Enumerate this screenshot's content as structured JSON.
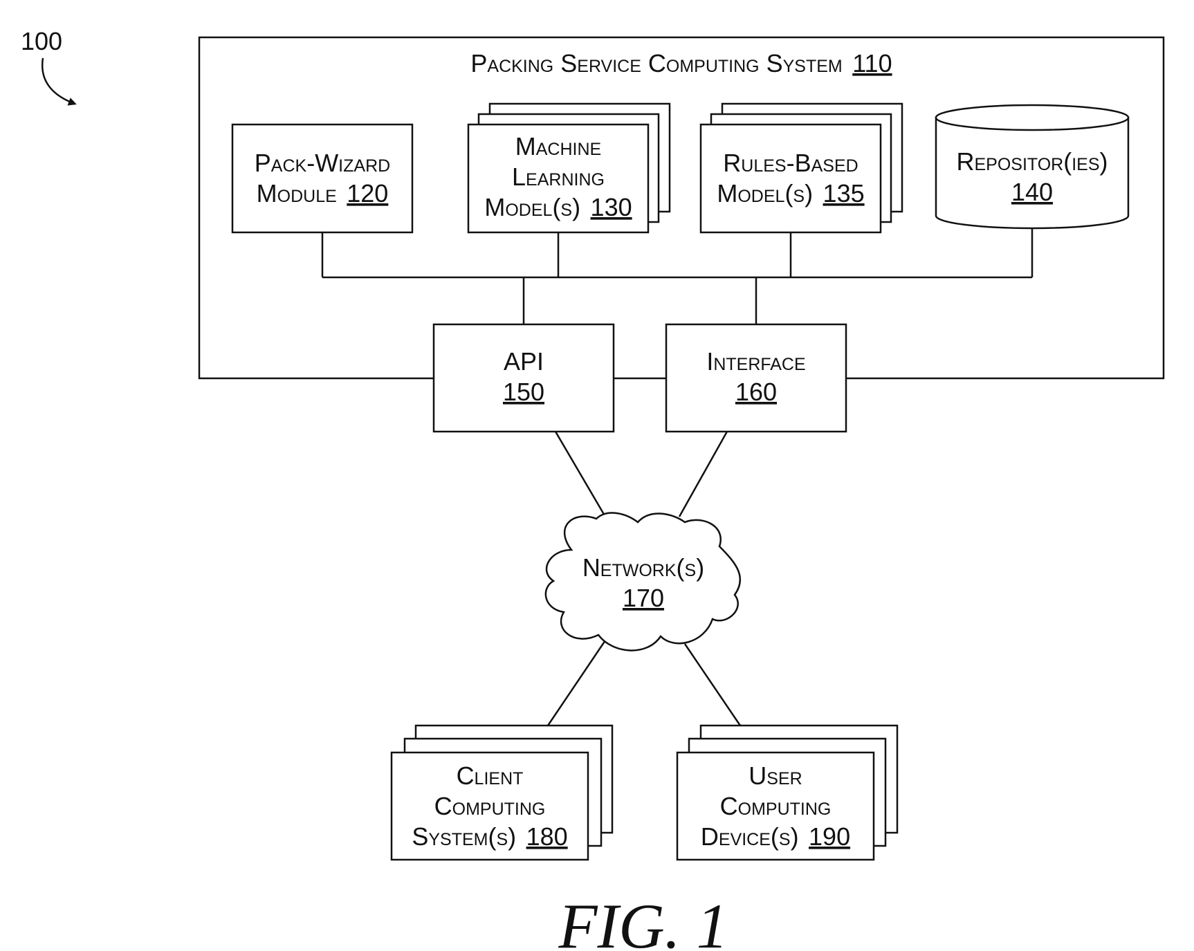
{
  "figure_ref": "100",
  "system": {
    "title": "Packing Service Computing System",
    "ref": "110"
  },
  "pack_wizard": {
    "line1": "Pack-Wizard",
    "line2": "Module",
    "ref": "120"
  },
  "ml_models": {
    "line1": "Machine",
    "line2": "Learning",
    "line3": "Model(s)",
    "ref": "130"
  },
  "rules_models": {
    "line1": "Rules-Based",
    "line2": "Model(s)",
    "ref": "135"
  },
  "repositories": {
    "line1": "Repositor(ies)",
    "ref": "140"
  },
  "api": {
    "line1": "API",
    "ref": "150"
  },
  "interface": {
    "line1": "Interface",
    "ref": "160"
  },
  "network": {
    "line1": "Network(s)",
    "ref": "170"
  },
  "client_systems": {
    "line1": "Client",
    "line2": "Computing",
    "line3": "System(s)",
    "ref": "180"
  },
  "user_devices": {
    "line1": "User",
    "line2": "Computing",
    "line3": "Device(s)",
    "ref": "190"
  },
  "figure_caption": "FIG. 1"
}
